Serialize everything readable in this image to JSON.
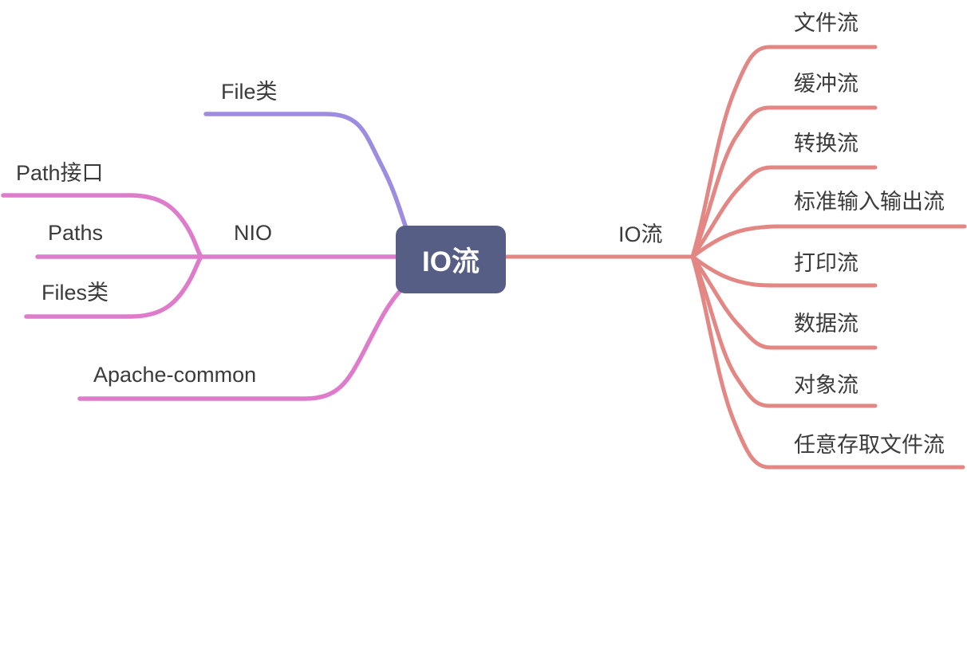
{
  "canvas": {
    "background": "#ffffff"
  },
  "colors": {
    "root_bg": "#575E86",
    "root_text": "#ffffff",
    "label_text": "#3b3b3b",
    "purple_branch": "#9E8CE1",
    "pink_branch": "#DE7CCB",
    "red_branch": "#E28783"
  },
  "root": {
    "label": "IO流"
  },
  "left_branches": {
    "file": {
      "label": "File类"
    },
    "nio": {
      "label": "NIO",
      "children": [
        {
          "label": "Path接口"
        },
        {
          "label": "Paths"
        },
        {
          "label": "Files类"
        }
      ]
    },
    "apache": {
      "label": "Apache-common"
    }
  },
  "right_branches": {
    "io": {
      "label": "IO流",
      "children": [
        {
          "label": "文件流"
        },
        {
          "label": "缓冲流"
        },
        {
          "label": "转换流"
        },
        {
          "label": "标准输入输出流"
        },
        {
          "label": "打印流"
        },
        {
          "label": "数据流"
        },
        {
          "label": "对象流"
        },
        {
          "label": "任意存取文件流"
        }
      ]
    }
  }
}
